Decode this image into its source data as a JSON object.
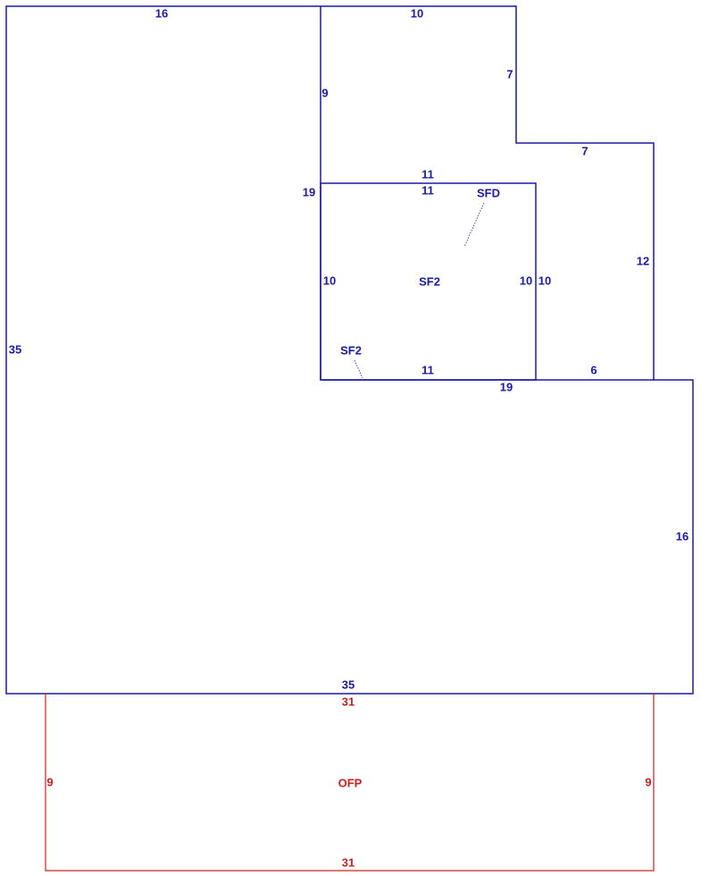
{
  "colors": {
    "building": "#1a1aa6",
    "porch": "#cc2020",
    "background": "#ffffff"
  },
  "outer": {
    "top_left": "16",
    "top_mid": "10",
    "notch_vertical": "7",
    "notch_horizontal": "7",
    "right_upper": "12",
    "step_right": "6",
    "left": "35",
    "right_lower": "16",
    "bottom": "35",
    "inner_top_segment": "9",
    "inner_left_total": "19",
    "inner_bottom_total": "19"
  },
  "inner": {
    "top_outside": "11",
    "top_inside": "11",
    "left": "10",
    "right_inside": "10",
    "right_outside": "10",
    "bottom": "11",
    "label": "SF2",
    "callout_sfd": "SFD",
    "callout_sf2": "SF2"
  },
  "porch": {
    "top": "31",
    "left": "9",
    "right": "9",
    "bottom": "31",
    "label": "OFP"
  }
}
